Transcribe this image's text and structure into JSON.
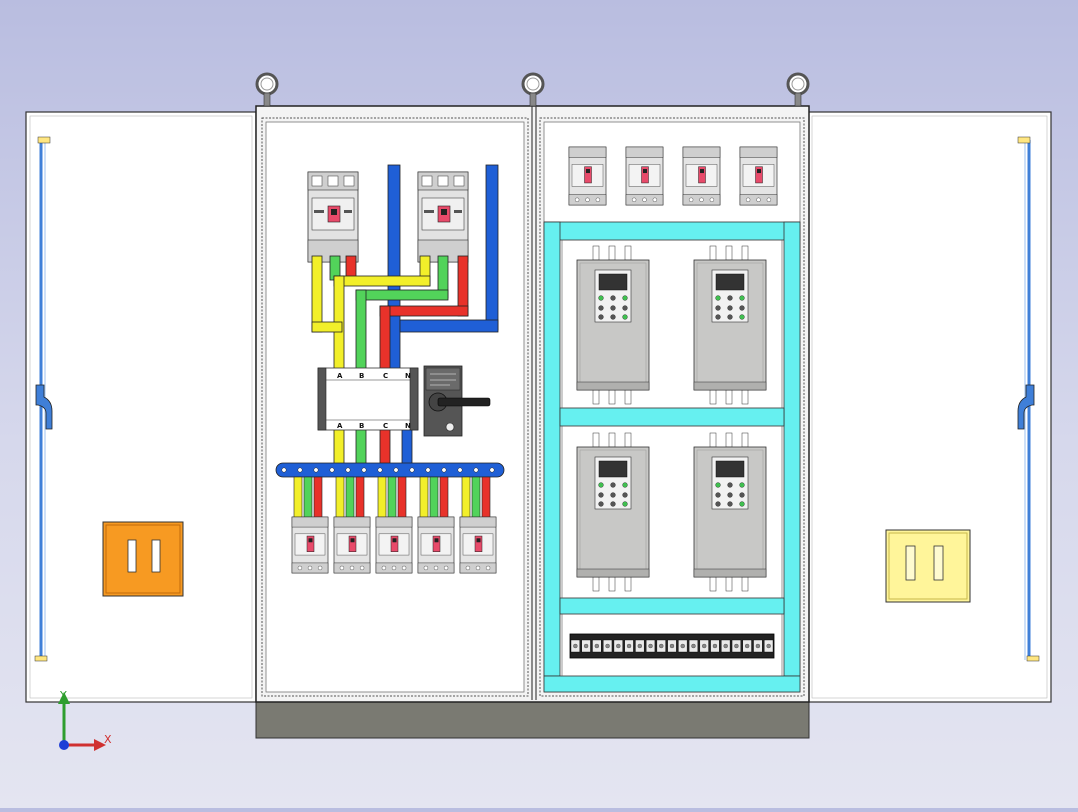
{
  "colors": {
    "background": "#c8cae6",
    "door": "#ffffff",
    "cabinet_frame": "#f4f4f4",
    "plinth": "#7a7a72",
    "busbar_yellow": "#f2ef2a",
    "busbar_green": "#52d35a",
    "busbar_red": "#e8322a",
    "busbar_blue": "#1f5fd6",
    "mounting_rail": "#66f0f0",
    "drive_body": "#c8c8c6",
    "handle_orange": "#f79a22",
    "handle_yellow": "#fff59a",
    "hinge_blue": "#3f7fd8"
  },
  "icons": {
    "lifting_eye": "lifting-eye-icon",
    "breaker": "circuit-breaker-icon",
    "drive": "frequency-drive-icon",
    "disconnect": "rotary-disconnect-icon",
    "axis_triad": "axis-triad-icon"
  },
  "counts": {
    "lifting_eyes": 3,
    "main_breakers": 2,
    "branch_breakers": 5,
    "control_breakers": 4,
    "drives": 4,
    "terminal_blocks": 19
  },
  "busbar_phase_labels": [
    "A",
    "B",
    "C",
    "N"
  ],
  "axis": {
    "x_label": "X",
    "y_label": "Y"
  }
}
